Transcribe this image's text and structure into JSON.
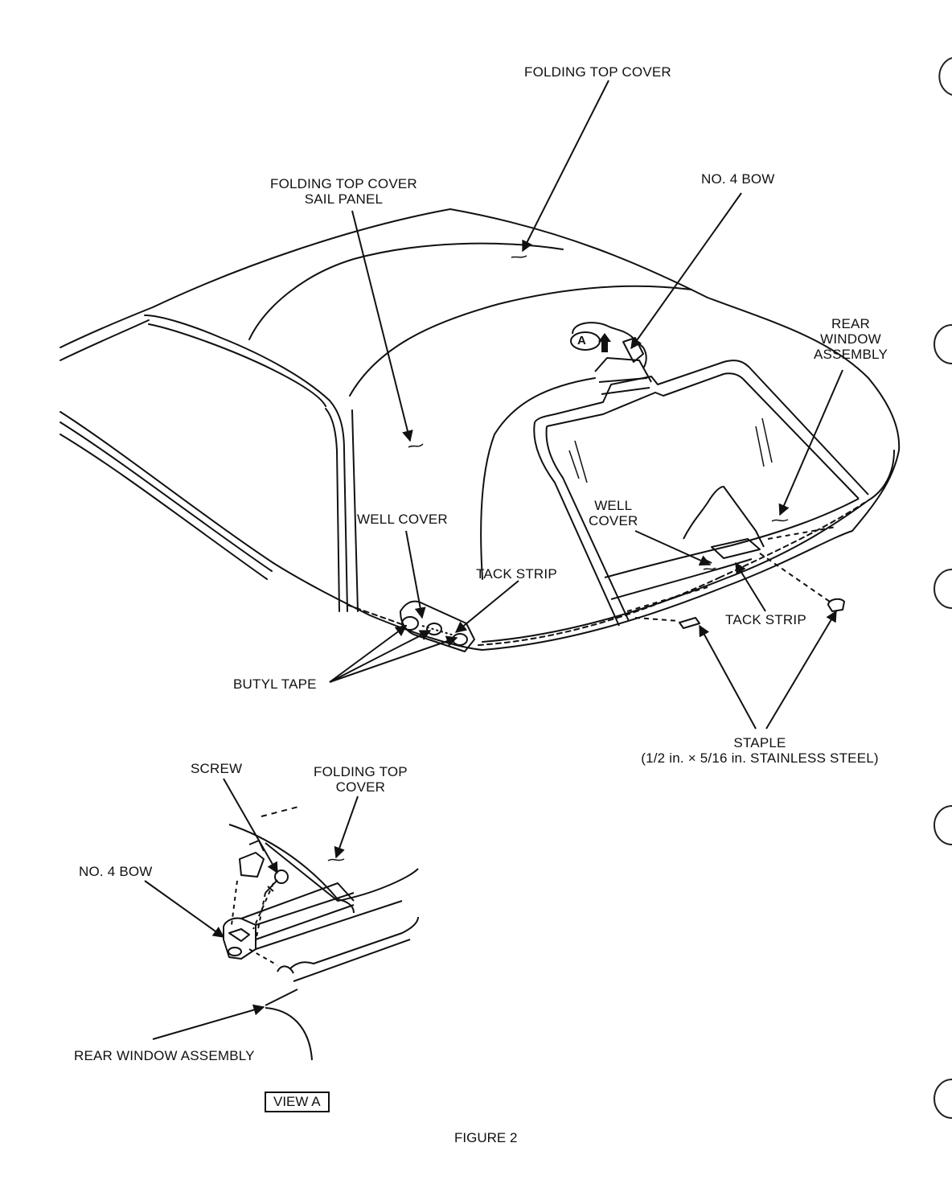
{
  "figure": {
    "caption": "FIGURE 2",
    "view_tag": "VIEW A",
    "callout_letter": "A"
  },
  "labels": {
    "folding_top_cover": "FOLDING TOP COVER",
    "sail_panel_line1": "FOLDING TOP COVER",
    "sail_panel_line2": "SAIL PANEL",
    "no4_bow": "NO. 4 BOW",
    "rear_window_line1": "REAR",
    "rear_window_line2": "WINDOW",
    "rear_window_line3": "ASSEMBLY",
    "well_cover_left": "WELL COVER",
    "tack_strip_left": "TACK STRIP",
    "well_cover_right_line1": "WELL",
    "well_cover_right_line2": "COVER",
    "tack_strip_right": "TACK STRIP",
    "butyl_tape": "BUTYL TAPE",
    "staple_line1": "STAPLE",
    "staple_line2": "(1/2 in. × 5/16 in. STAINLESS STEEL)",
    "view_screw": "SCREW",
    "view_folding_top_line1": "FOLDING TOP",
    "view_folding_top_line2": "COVER",
    "view_no4_bow": "NO. 4 BOW",
    "view_rear_window": "REAR WINDOW ASSEMBLY"
  }
}
